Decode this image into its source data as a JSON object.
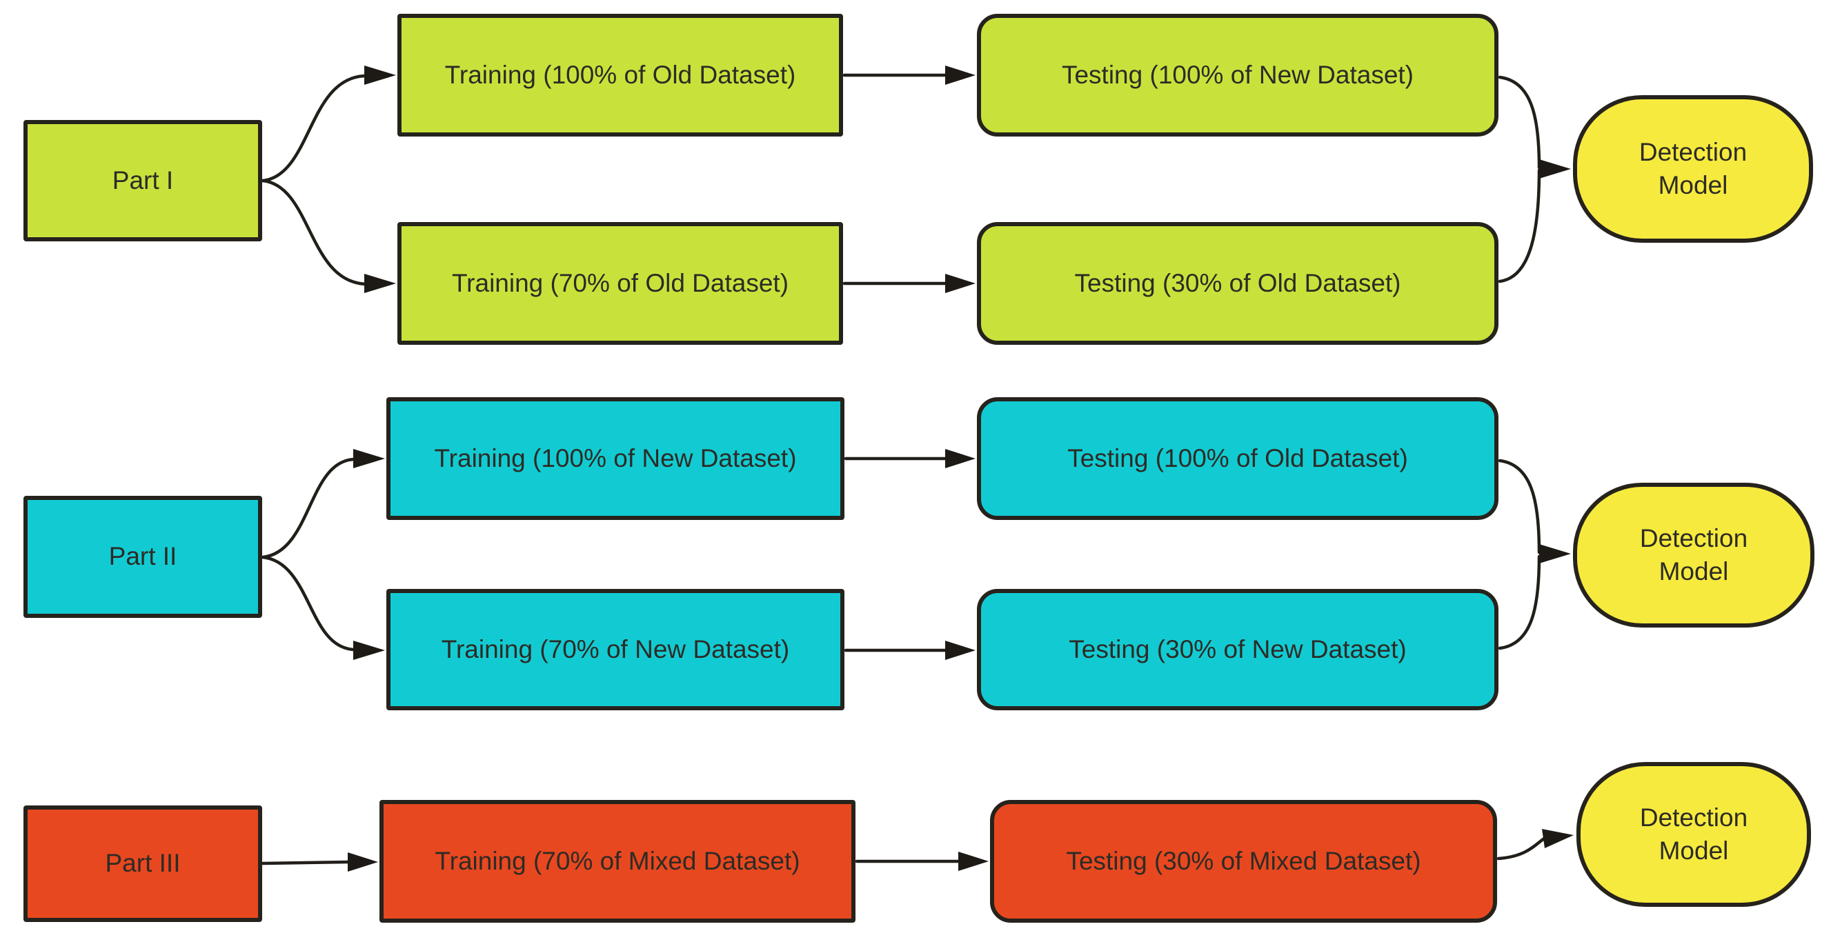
{
  "parts": [
    {
      "label": "Part I",
      "fill": "#c9e23b",
      "branches": [
        {
          "training": "Training (100% of Old Dataset)",
          "testing": "Testing (100% of New Dataset)"
        },
        {
          "training": "Training (70% of Old Dataset)",
          "testing": "Testing (30% of Old Dataset)"
        }
      ],
      "model": "Detection Model"
    },
    {
      "label": "Part II",
      "fill": "#12cbd2",
      "branches": [
        {
          "training": "Training (100% of New Dataset)",
          "testing": "Testing (100% of Old Dataset)"
        },
        {
          "training": "Training (70% of New Dataset)",
          "testing": "Testing (30% of New Dataset)"
        }
      ],
      "model": "Detection Model"
    },
    {
      "label": "Part III",
      "fill": "#e8481f",
      "branches": [
        {
          "training": "Training (70% of Mixed Dataset)",
          "testing": "Testing (30% of Mixed Dataset)"
        }
      ],
      "model": "Detection Model"
    }
  ],
  "colors": {
    "part1_fill": "#c9e23b",
    "part2_fill": "#12cbd2",
    "part3_fill": "#e8481f",
    "model_fill": "#f6ea3e",
    "border": "#26221c",
    "arrow": "#1d1a16",
    "text": "#2d2b26",
    "background": "#ffffff"
  }
}
